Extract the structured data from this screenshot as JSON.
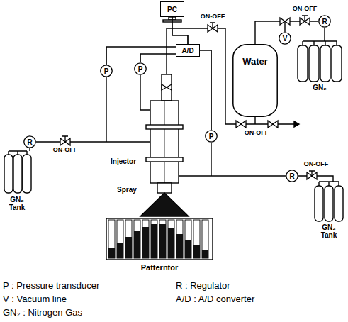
{
  "diagram": {
    "nodes": [
      {
        "text": [
          "PC"
        ]
      },
      {
        "text": [
          "A/D"
        ]
      },
      {
        "text": [
          "P"
        ]
      },
      {
        "text": [
          "P"
        ]
      },
      {
        "text": [
          "V"
        ]
      },
      {
        "text": [
          "R"
        ]
      },
      {
        "text": [
          "Water"
        ]
      },
      {
        "text": [
          "P"
        ]
      },
      {
        "text": [
          "R"
        ]
      },
      {
        "text": [
          "R"
        ]
      }
    ],
    "edges": [
      {
        "from": 0,
        "to": 1,
        "arrow": "none"
      },
      {
        "from": 1,
        "to": 2,
        "arrow": "none"
      },
      {
        "from": 1,
        "to": 3,
        "arrow": "none"
      },
      {
        "from": 1,
        "to": 7,
        "arrow": "none"
      },
      {
        "from": 6,
        "to": 5,
        "arrow": "none"
      }
    ],
    "labels": [
      "ON-OFF",
      "ON-OFF",
      "GN₂",
      "ON-OFF",
      "ON-OFF",
      "ON-OFF",
      "Injector",
      "Spray",
      "GN₂ Tank",
      "GN₂ Tank",
      "Patterntor",
      "P : Pressure transducer",
      "R : Regulator",
      "V : Vacuum line",
      "A/D : A/D converter",
      "GN₂ : Nitrogen Gas"
    ]
  }
}
